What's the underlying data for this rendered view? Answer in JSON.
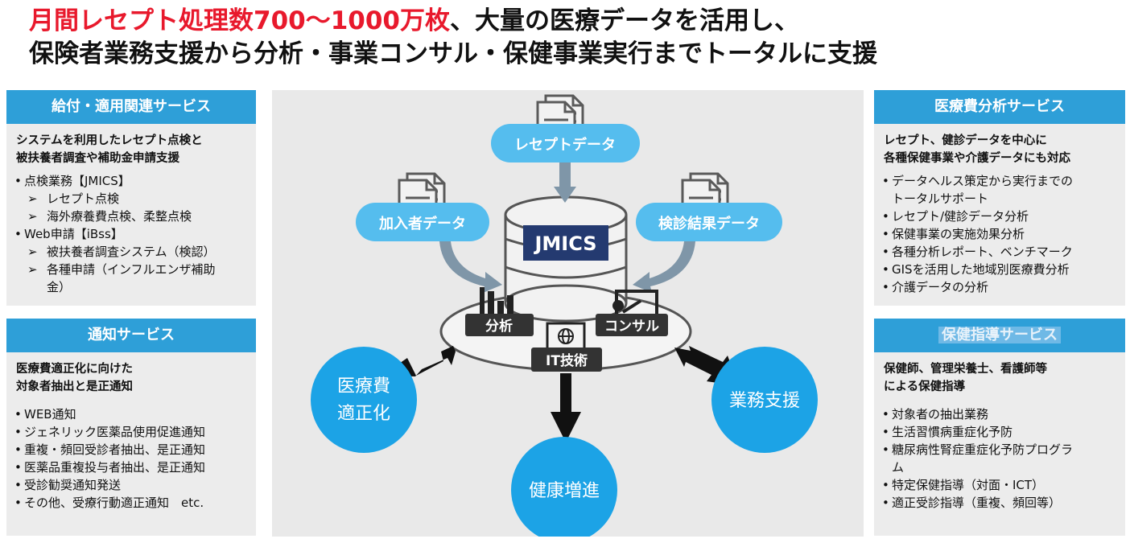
{
  "headline": {
    "line1_red": "月間レセプト処理数700～1000万枚",
    "line1_rest": "、大量の医療データを活用し、",
    "line2": "保険者業務支援から分析・事業コンサル・保健事業実行までトータルに支援"
  },
  "left_top": {
    "title": "給付・適用関連サービス",
    "lead": [
      "システムを利用したレセプト点検と",
      "被扶養者調査や補助金申請支援"
    ],
    "items": [
      {
        "level": 1,
        "text": "点検業務【JMICS】"
      },
      {
        "level": 2,
        "text": "レセプト点検"
      },
      {
        "level": 2,
        "text": "海外療養費点検、柔整点検"
      },
      {
        "level": 1,
        "text": "Web申請【iBss】"
      },
      {
        "level": 2,
        "text": "被扶養者調査システム（検認）"
      },
      {
        "level": 2,
        "text": "各種申請（インフルエンザ補助"
      },
      {
        "level": 3,
        "text": "金）"
      }
    ]
  },
  "left_bottom": {
    "title": "通知サービス",
    "lead": [
      "医療費適正化に向けた",
      "対象者抽出と是正通知"
    ],
    "items": [
      "WEB通知",
      "ジェネリック医薬品使用促進通知",
      "重複・頻回受診者抽出、是正通知",
      "医薬品重複投与者抽出、是正通知",
      "受診勧奨通知発送",
      "その他、受療行動適正通知　etc."
    ]
  },
  "right_top": {
    "title": "医療費分析サービス",
    "lead": [
      "レセプト、健診データを中心に",
      "各種保健事業や介護データにも対応"
    ],
    "items": [
      {
        "level": 1,
        "text": "データヘルス策定から実行までの"
      },
      {
        "level": 3,
        "text": "トータルサポート"
      },
      {
        "level": 1,
        "text": "レセプト/健診データ分析"
      },
      {
        "level": 1,
        "text": "保健事業の実施効果分析"
      },
      {
        "level": 1,
        "text": "各種分析レポート、ベンチマーク"
      },
      {
        "level": 1,
        "text": "GISを活用した地域別医療費分析"
      },
      {
        "level": 1,
        "text": "介護データの分析"
      }
    ]
  },
  "right_bottom": {
    "title": "保健指導サービス",
    "lead": [
      "保健師、管理栄養士、看護師等",
      "による保健指導"
    ],
    "items": [
      {
        "level": 1,
        "text": "対象者の抽出業務"
      },
      {
        "level": 1,
        "text": "生活習慣病重症化予防"
      },
      {
        "level": 1,
        "text": "糖尿病性腎症重症化予防プログラ"
      },
      {
        "level": 3,
        "text": "ム"
      },
      {
        "level": 1,
        "text": "特定保健指導（対面・ICT）"
      },
      {
        "level": 1,
        "text": "適正受診指導（重複、頻回等）"
      }
    ]
  },
  "diagram": {
    "data_inputs": {
      "receipt": "レセプトデータ",
      "member": "加入者データ",
      "checkup": "検診結果データ"
    },
    "core": "JMICS",
    "functions": {
      "analysis": "分析",
      "consult": "コンサル",
      "it": "IT技術"
    },
    "outcomes": {
      "medical_cost_1": "医療費",
      "medical_cost_2": "適正化",
      "business": "業務支援",
      "health": "健康増進"
    }
  },
  "colors": {
    "headline_red": "#e8192c",
    "panel_header_blue": "#2e9fd8",
    "bubble_light_blue": "#55bdee",
    "circle_blue": "#1ca3e6",
    "core_label_navy": "#243a70"
  }
}
